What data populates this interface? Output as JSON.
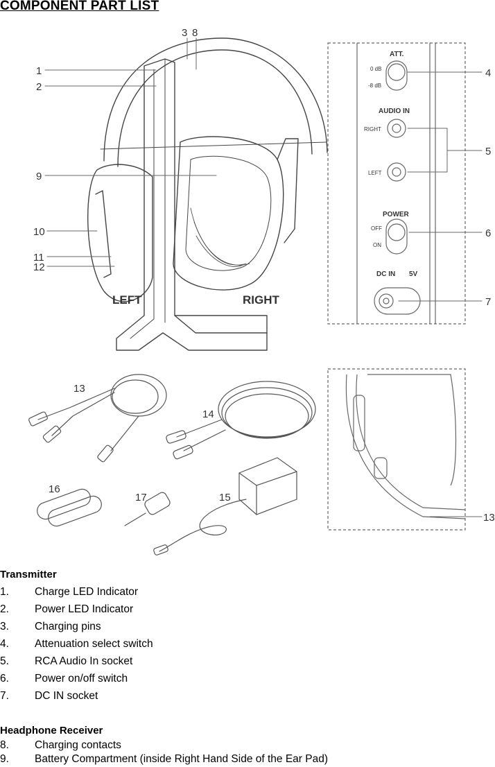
{
  "title": "COMPONENT PART LIST",
  "figure": {
    "callouts": [
      "1",
      "2",
      "3",
      "8",
      "4",
      "5",
      "6",
      "7",
      "9",
      "10",
      "11",
      "12",
      "13",
      "14",
      "15",
      "16",
      "17",
      "13"
    ],
    "side_labels": {
      "left": "LEFT",
      "right": "RIGHT"
    },
    "panel": {
      "att": "ATT.",
      "att_0": "0 dB",
      "att_8": "-8 dB",
      "audio_in": "AUDIO IN",
      "right": "RIGHT",
      "left": "LEFT",
      "power": "POWER",
      "off": "OFF",
      "on": "ON",
      "dc_in": "DC IN",
      "dc_v": "5V"
    }
  },
  "transmitter": {
    "heading": "Transmitter",
    "items": [
      {
        "num": "1.",
        "text": "Charge LED Indicator"
      },
      {
        "num": "2.",
        "text": "Power LED Indicator"
      },
      {
        "num": "3.",
        "text": "Charging pins"
      },
      {
        "num": "4.",
        "text": "Attenuation select switch"
      },
      {
        "num": "5.",
        "text": "RCA Audio In socket"
      },
      {
        "num": "6.",
        "text": "Power on/off switch"
      },
      {
        "num": "7.",
        "text": "DC IN socket"
      }
    ]
  },
  "receiver": {
    "heading": "Headphone Receiver",
    "items": [
      {
        "num": "8.",
        "text": "Charging contacts"
      },
      {
        "num": "9.",
        "text": "Battery Compartment (inside Right Hand Side of the Ear Pad)"
      }
    ]
  }
}
